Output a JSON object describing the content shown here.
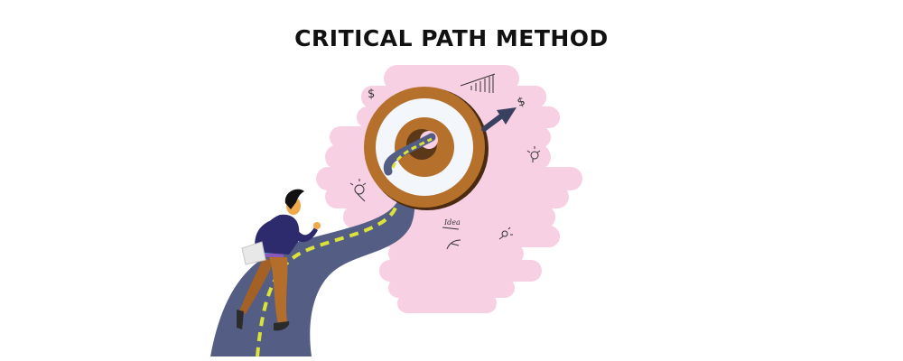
{
  "header": {
    "title": "CRITICAL PATH METHOD"
  },
  "illustration": {
    "subject": "man running on winding road toward target bullseye",
    "doodles": [
      {
        "icon": "dollar-icon",
        "label": "$"
      },
      {
        "icon": "dollar-icon",
        "label": "$"
      },
      {
        "icon": "bar-chart-growth-icon"
      },
      {
        "icon": "lightbulb-icon"
      },
      {
        "icon": "lightbulb-icon"
      },
      {
        "icon": "idea-icon",
        "label": "Idea"
      },
      {
        "icon": "hand-icon"
      },
      {
        "icon": "settings-idea-icon"
      }
    ],
    "colors": {
      "background": "#ffffff",
      "cloud": "#f8d0e3",
      "target_ring": "#b5702b",
      "target_white": "#f3f7fb",
      "target_center": "#5a3818",
      "road": "#545d84",
      "road_dashes": "#dbe33a",
      "arrow": "#3a4060",
      "jacket": "#2e2a6e",
      "pants": "#b36e2b",
      "skin": "#f0a94a",
      "hair": "#111111"
    }
  }
}
